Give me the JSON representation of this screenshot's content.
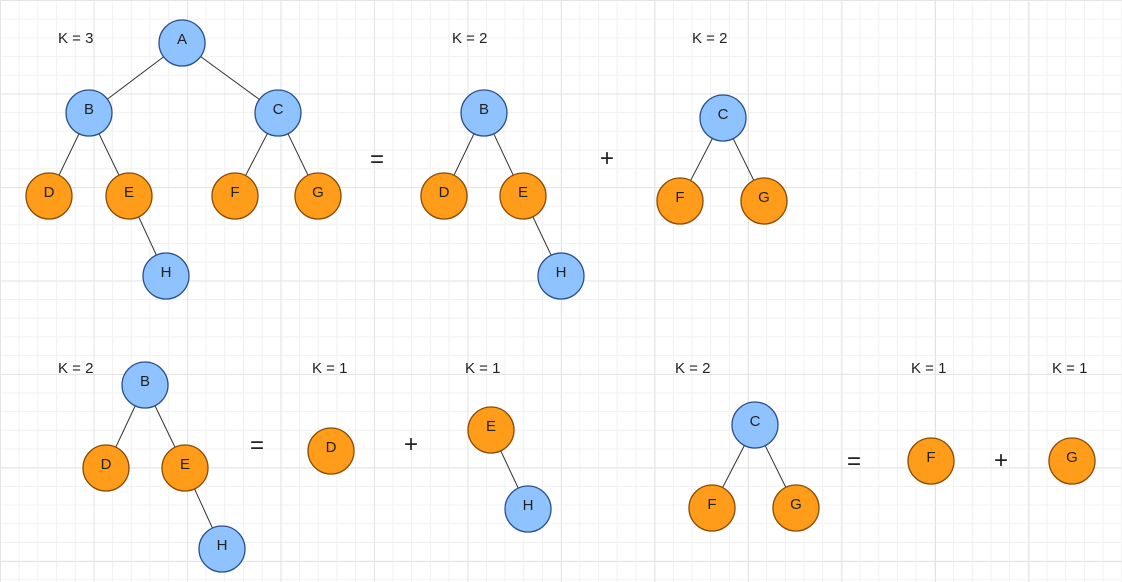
{
  "k_labels": [
    "K = 3",
    "K = 2",
    "K = 2",
    "K = 2",
    "K = 1",
    "K = 1",
    "K = 2",
    "K = 1",
    "K = 1"
  ],
  "operators": [
    "=",
    "+",
    "=",
    "+",
    "=",
    "+"
  ],
  "node_labels": {
    "A": "A",
    "B": "B",
    "C": "C",
    "D": "D",
    "E": "E",
    "F": "F",
    "G": "G",
    "H": "H"
  },
  "colors": {
    "blue_node": "#8ec3ff",
    "orange_node": "#ff9d1a"
  }
}
